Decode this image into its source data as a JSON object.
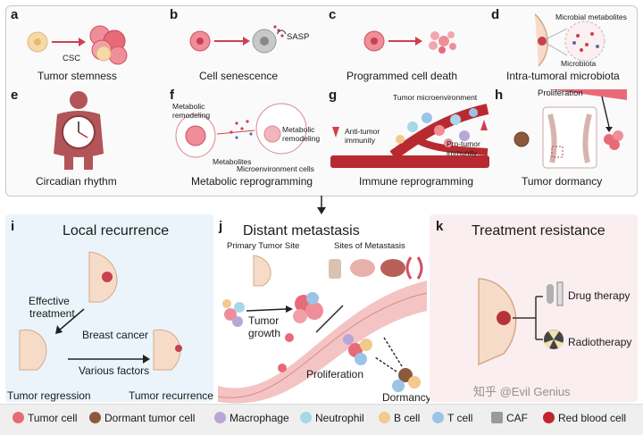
{
  "top_panels": {
    "a": {
      "letter": "a",
      "title": "Tumor stemness",
      "csc_label": "CSC"
    },
    "b": {
      "letter": "b",
      "title": "Cell senescence",
      "sasp_label": "SASP"
    },
    "c": {
      "letter": "c",
      "title": "Programmed cell death"
    },
    "d": {
      "letter": "d",
      "title": "Intra-tumoral microbiota",
      "microbial_label": "Microbial metabolites",
      "microbiota_label": "Microbiota"
    },
    "e": {
      "letter": "e",
      "title": "Circadian rhythm"
    },
    "f": {
      "letter": "f",
      "title": "Metabolic reprogramming",
      "remodel_left_1": "Metabolic",
      "remodel_left_2": "remodeling",
      "remodel_right_1": "Metabolic",
      "remodel_right_2": "remodeling",
      "metabolites_label": "Metabolites",
      "micro_cells_label": "Microenvironment cells"
    },
    "g": {
      "letter": "g",
      "title": "Immune reprogramming",
      "tme_label": "Tumor microenvironment",
      "anti_1": "Anti-tumor",
      "anti_2": "immunity",
      "pro_1": "Pro-tumor",
      "pro_2": "immunity"
    },
    "h": {
      "letter": "h",
      "title": "Tumor dormancy",
      "proliferation_label": "Proliferation"
    }
  },
  "section_i": {
    "letter": "i",
    "title": "Local recurrence",
    "effective_1": "Effective",
    "effective_2": "treatment",
    "breast_cancer": "Breast cancer",
    "various": "Various factors",
    "regression": "Tumor regression",
    "recurrence": "Tumor recurrence"
  },
  "section_j": {
    "letter": "j",
    "title": "Distant metastasis",
    "primary": "Primary Tumor Site",
    "sites": "Sites of Metastasis",
    "growth_1": "Tumor",
    "growth_2": "growth",
    "proliferation": "Proliferation",
    "dormancy": "Dormancy"
  },
  "section_k": {
    "letter": "k",
    "title": "Treatment resistance",
    "drug": "Drug therapy",
    "radio": "Radiotherapy"
  },
  "legend": [
    {
      "label": "Tumor cell",
      "color": "#e86a78"
    },
    {
      "label": "Dormant tumor cell",
      "color": "#8b5a3c"
    },
    {
      "label": "Macrophage",
      "color": "#b9a6d8"
    },
    {
      "label": "Neutrophil",
      "color": "#a6d8e6"
    },
    {
      "label": "B cell",
      "color": "#f3c98d"
    },
    {
      "label": "T cell",
      "color": "#9cc3e8"
    },
    {
      "label": "CAF",
      "color": "#9a9a9a"
    },
    {
      "label": "Red blood cell",
      "color": "#c0242c"
    }
  ],
  "watermark": "知乎 @Evil Genius",
  "colors": {
    "tumor": "#e86a78",
    "blood": "#b82a30",
    "panel_bg_i": "#eaf4fa",
    "panel_bg_k": "#fbeef0"
  }
}
